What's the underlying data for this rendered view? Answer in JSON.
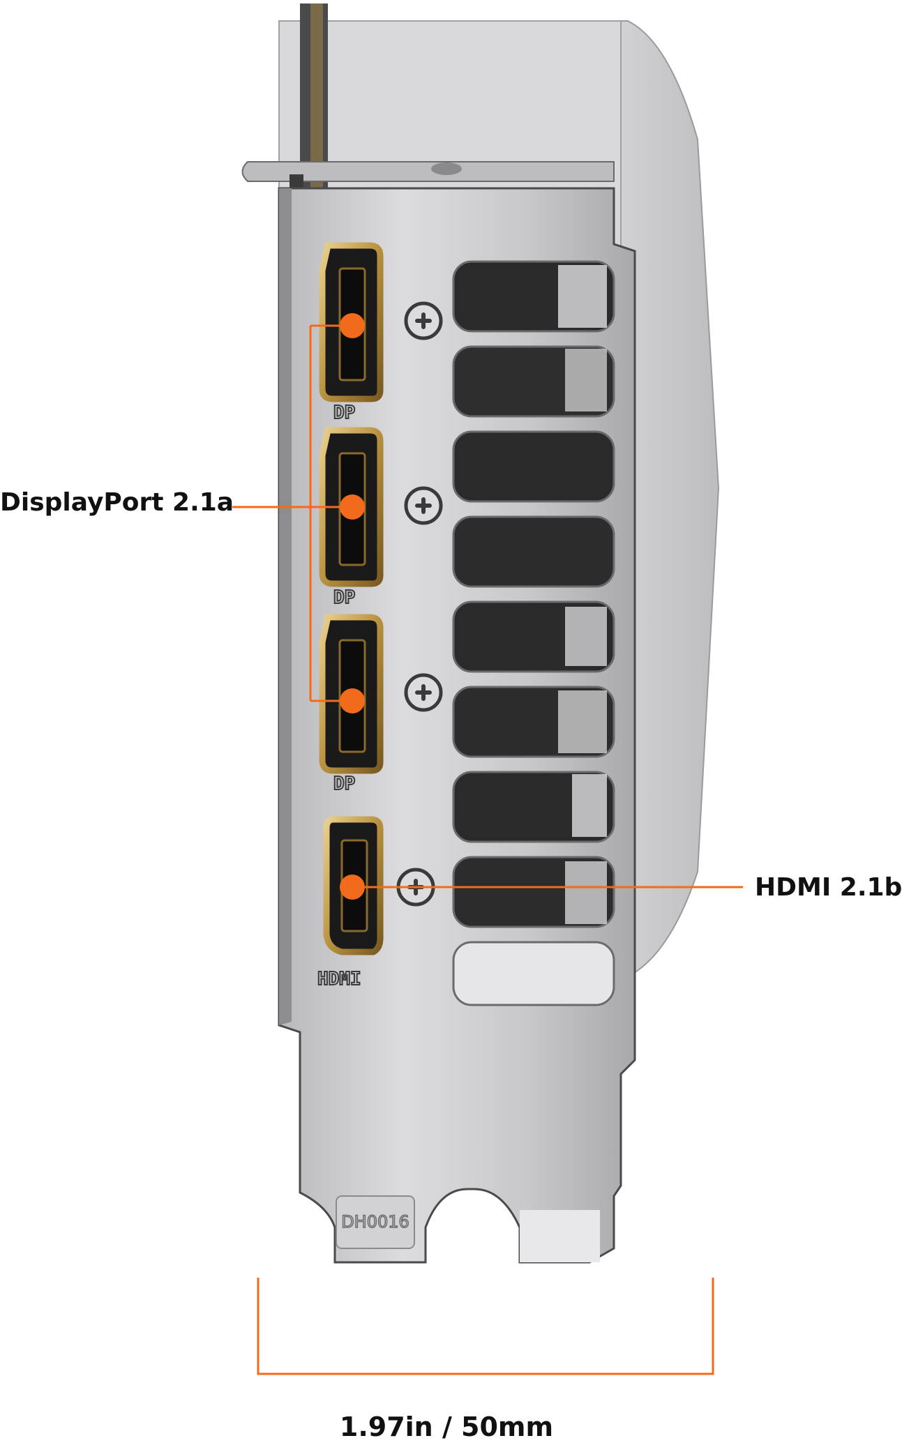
{
  "callouts": {
    "displayport": "DisplayPort 2.1a",
    "hdmi": "HDMI 2.1b"
  },
  "port_markings": {
    "dp": "DP",
    "hdmi": "HDMI"
  },
  "bracket_code": "DH0016",
  "dimension": "1.97in / 50mm",
  "colors": {
    "accent": "#f26a1b",
    "bracket": "#c9c9cb",
    "port_gold": "#c9a35a",
    "background": "#ffffff"
  },
  "icons": [
    "screw-icon",
    "displayport-connector-icon",
    "hdmi-connector-icon"
  ]
}
